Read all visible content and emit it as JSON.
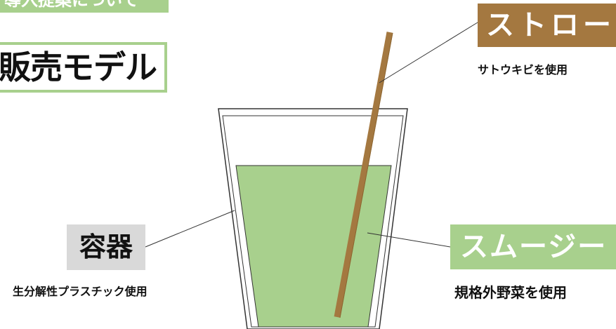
{
  "header": {
    "banner_text": "導入提案について",
    "title": "販売モデル"
  },
  "labels": {
    "straw": {
      "title": "ストロー",
      "description": "サトウキビを使用"
    },
    "smoothie": {
      "title": "スムージー",
      "description": "規格外野菜を使用"
    },
    "container": {
      "title": "容器",
      "description": "生分解性プラスチック使用"
    }
  },
  "colors": {
    "green": "#a8d08d",
    "brown": "#a47840",
    "gray": "#d9d9d9",
    "text": "#111111"
  }
}
